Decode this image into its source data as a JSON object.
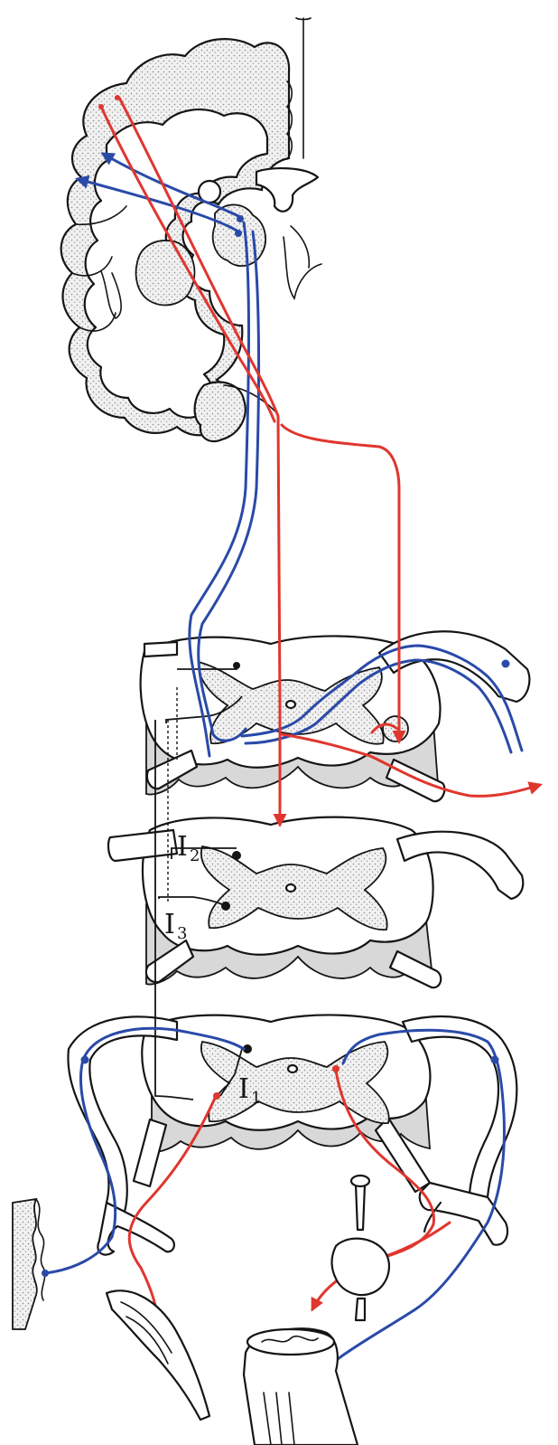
{
  "labels": {
    "i2": {
      "main": "I",
      "sub": "2"
    },
    "i3": {
      "main": "I",
      "sub": "3"
    },
    "i1": {
      "main": "I",
      "sub": "1"
    }
  },
  "colors": {
    "motor_pathway": "#e0362e",
    "sensory_pathway": "#2a4aa8",
    "outline": "#151515",
    "gray_matter": "#e6e6e6"
  }
}
